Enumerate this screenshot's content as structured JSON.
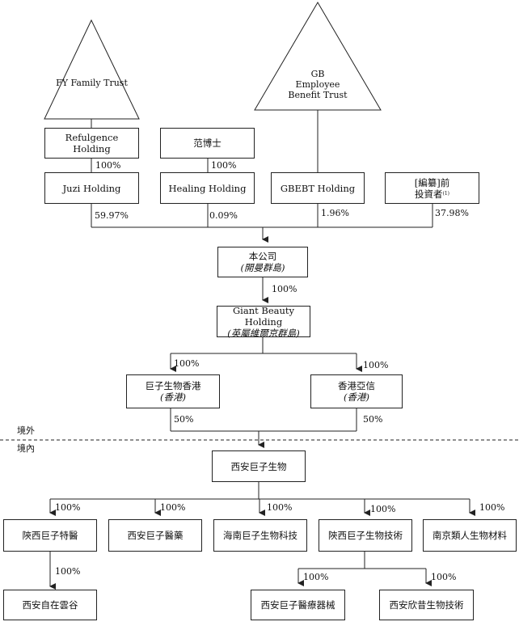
{
  "trusts": {
    "fy": "FY Family Trust",
    "gb_1": "GB",
    "gb_2": "Employee",
    "gb_3": "Benefit Trust"
  },
  "holders": {
    "refulgence_1": "Refulgence",
    "refulgence_2": "Holding",
    "fan": "范博士",
    "juzi": "Juzi Holding",
    "healing": "Healing Holding",
    "gbebt": "GBEBT Holding",
    "investors_1": "[編纂]前",
    "investors_2": "投資者",
    "investors_note": "(1)"
  },
  "company": {
    "name": "本公司",
    "place": "(開曼群島)"
  },
  "giant": {
    "name": "Giant Beauty Holding",
    "place": "(英屬維爾京群島)"
  },
  "hk": {
    "juzi_hk": "巨子生物香港",
    "juzi_hk_place": "(香港)",
    "yaxin": "香港亞信",
    "yaxin_place": "(香港)"
  },
  "region": {
    "offshore": "境外",
    "onshore": "境內"
  },
  "xian": "西安巨子生物",
  "subs": {
    "tejian": "陝西巨子特醫",
    "yiyao": "西安巨子醫藥",
    "hainan": "海南巨子生物科技",
    "jishu": "陝西巨子生物技術",
    "nanjing": "南京類人生物材料",
    "zizai": "西安自在雲谷",
    "qixie": "西安巨子醫療器械",
    "xinxi": "西安欣昔生物技術"
  },
  "pct": {
    "refulgence_juzi": "100%",
    "fan_healing": "100%",
    "juzi": "59.97%",
    "healing": "0.09%",
    "gbebt": "1.96%",
    "investors": "37.98%",
    "company_giant": "100%",
    "giant_juzihk": "100%",
    "giant_yaxin": "100%",
    "juzihk_xian": "50%",
    "yaxin_xian": "50%",
    "sub_tejian": "100%",
    "sub_yiyao": "100%",
    "sub_hainan": "100%",
    "sub_jishu": "100%",
    "sub_nanjing": "100%",
    "tejian_zizai": "100%",
    "jishu_qixie": "100%",
    "jishu_xinxi": "100%"
  }
}
